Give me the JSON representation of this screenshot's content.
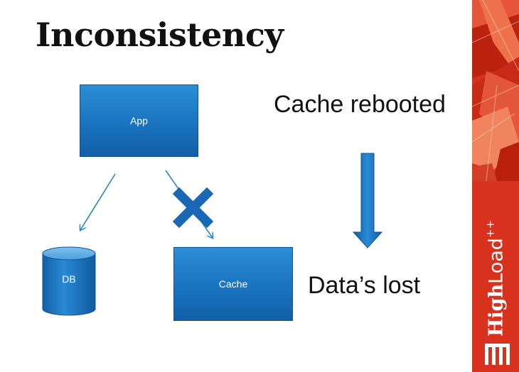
{
  "slide": {
    "title": "Inconsistency",
    "status_text": "Cache rebooted",
    "result_text": "Data’s lost"
  },
  "diagram": {
    "nodes": [
      {
        "id": "app",
        "label": "App",
        "shape": "rectangle"
      },
      {
        "id": "db",
        "label": "DB",
        "shape": "cylinder"
      },
      {
        "id": "cache",
        "label": "Cache",
        "shape": "rectangle"
      }
    ],
    "edges": [
      {
        "from": "app",
        "to": "db",
        "status": "ok"
      },
      {
        "from": "app",
        "to": "cache",
        "status": "broken"
      }
    ],
    "flow_arrow": {
      "from": "status_text",
      "to": "result_text",
      "direction": "down"
    }
  },
  "brand": {
    "logo_text_bold": "High",
    "logo_text_regular": "Load",
    "logo_superscript": "++",
    "accent_color": "#d8321e"
  },
  "colors": {
    "box_fill": "#1a73c0",
    "arrow": "#2a86c9",
    "cross": "#1868b4"
  },
  "icons": {
    "connection_break": "x-cross-icon",
    "down_arrow": "arrow-down-icon",
    "brand_mark": "highload-logo-icon"
  }
}
